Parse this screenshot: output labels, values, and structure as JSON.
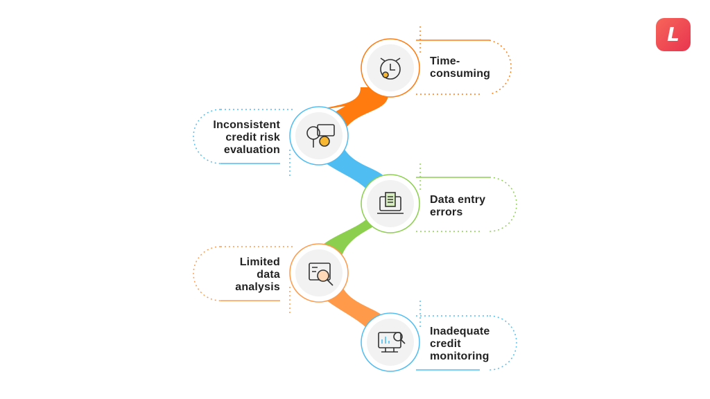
{
  "logo": {
    "letter": "L"
  },
  "steps": [
    {
      "label": "Time-\nconsuming",
      "color": "#ff7a0f",
      "icon": "alarm-clock-icon"
    },
    {
      "label": "Inconsistent\ncredit risk\nevaluation",
      "color": "#4fbdf2",
      "icon": "risk-evaluation-icon"
    },
    {
      "label": "Data entry\nerrors",
      "color": "#8ccf4f",
      "icon": "laptop-document-icon"
    },
    {
      "label": "Limited\ndata\nanalysis",
      "color": "#ff9a4a",
      "icon": "data-analysis-icon"
    },
    {
      "label": "Inadequate\ncredit\nmonitoring",
      "color": "#4fbdf2",
      "icon": "monitor-analytics-icon"
    }
  ]
}
